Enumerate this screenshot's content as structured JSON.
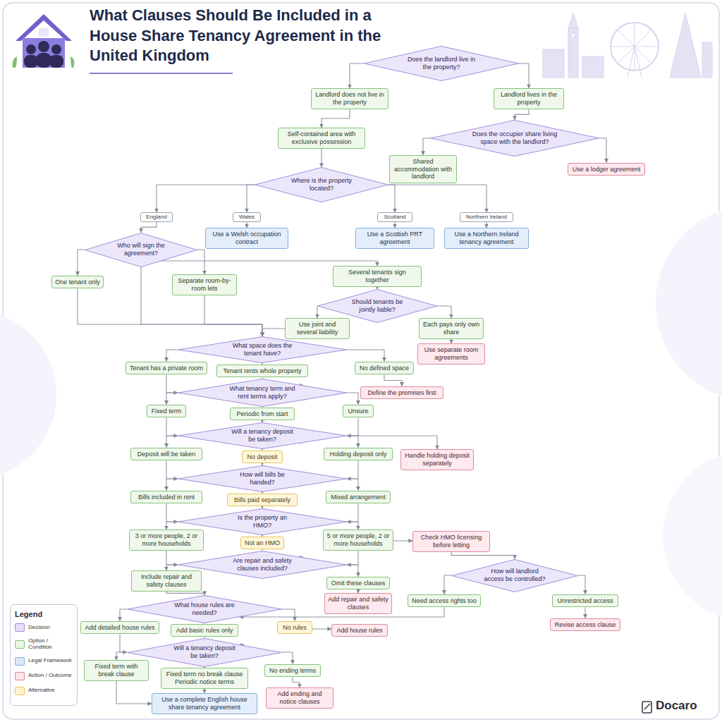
{
  "diagram": {
    "title": "What Clauses Should Be Included in a House Share Tenancy Agreement in the United Kingdom",
    "nodes": [
      {
        "text": [
          "Does the landlord live in the property?"
        ]
      },
      {
        "text": [
          "Landlord does not live in the property"
        ]
      },
      {
        "text": [
          "Landlord lives in the property"
        ]
      },
      {
        "text": [
          "Self-contained area with exclusive possession"
        ]
      },
      {
        "text": [
          "Does the occupier share living space with the landlord?"
        ]
      },
      {
        "text": [
          "Shared accommodation with landlord"
        ]
      },
      {
        "text": [
          "Use a lodger agreement"
        ]
      },
      {
        "text": [
          "Where is the property located?"
        ]
      },
      {
        "text": [
          "England"
        ]
      },
      {
        "text": [
          "Wales"
        ]
      },
      {
        "text": [
          "Scotland"
        ]
      },
      {
        "text": [
          "Northern Ireland"
        ]
      },
      {
        "text": [
          "Use a Welsh occupation contract"
        ]
      },
      {
        "text": [
          "Use a Scottish PRT agreement"
        ]
      },
      {
        "text": [
          "Use a Northern Ireland tenancy agreement"
        ]
      },
      {
        "text": [
          "Who will sign the agreement?"
        ]
      },
      {
        "text": [
          "One tenant only"
        ]
      },
      {
        "text": [
          "Separate room-by-room lets"
        ]
      },
      {
        "text": [
          "Several tenants sign together"
        ]
      },
      {
        "text": [
          "Should tenants be jointly liable?"
        ]
      },
      {
        "text": [
          "Use joint and several liability"
        ]
      },
      {
        "text": [
          "Each pays only own share"
        ]
      },
      {
        "text": [
          "Use separate room agreements"
        ]
      },
      {
        "text": [
          "What space does the tenant have?"
        ]
      },
      {
        "text": [
          "Tenant has a private room"
        ]
      },
      {
        "text": [
          "Tenant rents whole property"
        ]
      },
      {
        "text": [
          "No defined space"
        ]
      },
      {
        "text": [
          "What tenancy term and rent terms apply?"
        ]
      },
      {
        "text": [
          "Define the premises first"
        ]
      },
      {
        "text": [
          "Fixed term"
        ]
      },
      {
        "text": [
          "Periodic from start"
        ]
      },
      {
        "text": [
          "Unsure"
        ]
      },
      {
        "text": [
          "Will a tenancy deposit be taken?"
        ]
      },
      {
        "text": [
          "Deposit will be taken"
        ]
      },
      {
        "text": [
          "No deposit"
        ]
      },
      {
        "text": [
          "Holding deposit only"
        ]
      },
      {
        "text": [
          "Handle holding deposit separately"
        ]
      },
      {
        "text": [
          "How will bills be handed?"
        ]
      },
      {
        "text": [
          "Bills included in rent"
        ]
      },
      {
        "text": [
          "Bills paid separately"
        ]
      },
      {
        "text": [
          "Mixed arrangement"
        ]
      },
      {
        "text": [
          "Is the property an HMO?"
        ]
      },
      {
        "text": [
          "3 or more people, 2 or more households"
        ]
      },
      {
        "text": [
          "Not an HMO"
        ]
      },
      {
        "text": [
          "5 or more people, 2 or more households"
        ]
      },
      {
        "text": [
          "Check HMO licensing before letting"
        ]
      },
      {
        "text": [
          "Are repair and safety clauses included?"
        ]
      },
      {
        "text": [
          "Include repair and safety clauses"
        ]
      },
      {
        "text": [
          "Omit these clauses"
        ]
      },
      {
        "text": [
          "How will landlord access be controlled?"
        ]
      },
      {
        "text": [
          "Add repair and safety clauses"
        ]
      },
      {
        "text": [
          "What house rules are needed?"
        ]
      },
      {
        "text": [
          "Need access rights too"
        ]
      },
      {
        "text": [
          "Unrestricted access"
        ]
      },
      {
        "text": [
          "Revise access clause"
        ]
      },
      {
        "text": [
          "Add detailed house rules"
        ]
      },
      {
        "text": [
          "Add basic rules only"
        ]
      },
      {
        "text": [
          "No rules"
        ]
      },
      {
        "text": [
          "Add house rules"
        ]
      },
      {
        "text": [
          "Will a tenancy deposit be taken?"
        ]
      },
      {
        "text": [
          "Fixed term with break clause"
        ]
      },
      {
        "text": [
          "Fixed term no break clause Periodic notice terms"
        ]
      },
      {
        "text": [
          "No ending terms"
        ]
      },
      {
        "text": [
          "Use a complete English house share tenancy agreement"
        ]
      },
      {
        "text": [
          "Add ending and notice clauses"
        ]
      }
    ],
    "edges": [
      {
        "from": 0,
        "to": 1,
        "arrow": "to"
      },
      {
        "from": 0,
        "to": 2,
        "arrow": "to"
      },
      {
        "from": 1,
        "to": 3,
        "arrow": "to"
      },
      {
        "from": 2,
        "to": 4,
        "arrow": "to"
      },
      {
        "from": 4,
        "to": 5,
        "arrow": "to"
      },
      {
        "from": 4,
        "to": 6,
        "arrow": "to"
      },
      {
        "from": 3,
        "to": 7,
        "arrow": "to"
      },
      {
        "from": 7,
        "to": 8,
        "arrow": "to"
      },
      {
        "from": 7,
        "to": 9,
        "arrow": "to"
      },
      {
        "from": 7,
        "to": 10,
        "arrow": "to"
      },
      {
        "from": 7,
        "to": 11,
        "arrow": "to"
      },
      {
        "from": 8,
        "to": 15,
        "arrow": "to"
      },
      {
        "from": 9,
        "to": 12,
        "arrow": "to"
      },
      {
        "from": 10,
        "to": 13,
        "arrow": "to"
      },
      {
        "from": 11,
        "to": 14,
        "arrow": "to"
      },
      {
        "from": 15,
        "to": 16,
        "arrow": "to"
      },
      {
        "from": 15,
        "to": 17,
        "arrow": "to"
      },
      {
        "from": 15,
        "to": 18,
        "arrow": "to"
      },
      {
        "from": 15,
        "to": 23,
        "arrow": "to"
      },
      {
        "from": 16,
        "to": 23,
        "arrow": "to"
      },
      {
        "from": 17,
        "to": 23,
        "arrow": "to"
      },
      {
        "from": 18,
        "to": 19,
        "arrow": "to"
      },
      {
        "from": 19,
        "to": 20,
        "arrow": "to"
      },
      {
        "from": 19,
        "to": 21,
        "arrow": "to"
      },
      {
        "from": 20,
        "to": 23,
        "arrow": "to"
      },
      {
        "from": 21,
        "to": 22,
        "arrow": "to"
      },
      {
        "from": 23,
        "to": 24,
        "arrow": "to"
      },
      {
        "from": 23,
        "to": 25,
        "arrow": "to"
      },
      {
        "from": 23,
        "to": 26,
        "arrow": "to"
      },
      {
        "from": 26,
        "to": 28,
        "arrow": "to"
      },
      {
        "from": 24,
        "to": 27,
        "arrow": "to"
      },
      {
        "from": 25,
        "to": 27,
        "arrow": "to"
      },
      {
        "from": 27,
        "to": 29,
        "arrow": "to"
      },
      {
        "from": 27,
        "to": 30,
        "arrow": "to"
      },
      {
        "from": 27,
        "to": 31,
        "arrow": "to"
      },
      {
        "from": 29,
        "to": 32,
        "arrow": "to"
      },
      {
        "from": 30,
        "to": 32,
        "arrow": "to"
      },
      {
        "from": 31,
        "to": 32,
        "arrow": "to"
      },
      {
        "from": 32,
        "to": 33,
        "arrow": "to"
      },
      {
        "from": 32,
        "to": 34,
        "arrow": "to"
      },
      {
        "from": 32,
        "to": 35,
        "arrow": "to"
      },
      {
        "from": 32,
        "to": 36,
        "arrow": "to"
      },
      {
        "from": 33,
        "to": 37,
        "arrow": "to"
      },
      {
        "from": 34,
        "to": 37,
        "arrow": "to"
      },
      {
        "from": 35,
        "to": 37,
        "arrow": "to"
      },
      {
        "from": 37,
        "to": 38,
        "arrow": "to"
      },
      {
        "from": 37,
        "to": 39,
        "arrow": "to"
      },
      {
        "from": 37,
        "to": 40,
        "arrow": "to"
      },
      {
        "from": 38,
        "to": 41,
        "arrow": "to"
      },
      {
        "from": 39,
        "to": 41,
        "arrow": "to"
      },
      {
        "from": 40,
        "to": 41,
        "arrow": "to"
      },
      {
        "from": 41,
        "to": 42,
        "arrow": "to"
      },
      {
        "from": 41,
        "to": 43,
        "arrow": "to"
      },
      {
        "from": 41,
        "to": 44,
        "arrow": "to"
      },
      {
        "from": 44,
        "to": 45,
        "arrow": "to"
      },
      {
        "from": 45,
        "to": 49,
        "arrow": "to"
      },
      {
        "from": 42,
        "to": 46,
        "arrow": "to"
      },
      {
        "from": 43,
        "to": 46,
        "arrow": "to"
      },
      {
        "from": 44,
        "to": 46,
        "arrow": "to"
      },
      {
        "from": 46,
        "to": 47,
        "arrow": "to"
      },
      {
        "from": 46,
        "to": 48,
        "arrow": "to"
      },
      {
        "from": 48,
        "to": 50,
        "arrow": "to"
      },
      {
        "from": 47,
        "to": 51,
        "arrow": "to"
      },
      {
        "from": 49,
        "to": 52,
        "arrow": "to"
      },
      {
        "from": 49,
        "to": 53,
        "arrow": "to"
      },
      {
        "from": 53,
        "to": 54,
        "arrow": "to"
      },
      {
        "from": 52,
        "to": 51,
        "arrow": "to"
      },
      {
        "from": 51,
        "to": 55,
        "arrow": "to"
      },
      {
        "from": 51,
        "to": 56,
        "arrow": "to"
      },
      {
        "from": 51,
        "to": 57,
        "arrow": "to"
      },
      {
        "from": 57,
        "to": 58,
        "arrow": "to"
      },
      {
        "from": 55,
        "to": 59,
        "arrow": "to"
      },
      {
        "from": 56,
        "to": 59,
        "arrow": "to"
      },
      {
        "from": 59,
        "to": 60,
        "arrow": "to"
      },
      {
        "from": 59,
        "to": 61,
        "arrow": "to"
      },
      {
        "from": 59,
        "to": 62,
        "arrow": "to"
      },
      {
        "from": 60,
        "to": 63,
        "arrow": "to"
      },
      {
        "from": 61,
        "to": 63,
        "arrow": "to"
      },
      {
        "from": 62,
        "to": 64,
        "arrow": "to"
      }
    ],
    "labels": [
      "Legend",
      "Docaro"
    ],
    "legend": [
      {
        "text": "Decision",
        "color": "#e6dff8"
      },
      {
        "text": "Option / Condition",
        "color": "#e8f5e2"
      },
      {
        "text": "Legal Framework",
        "color": "#dde9f9"
      },
      {
        "text": "Action / Outcome",
        "color": "#fce4e8"
      },
      {
        "text": "Alternative",
        "color": "#fff3cf"
      }
    ]
  }
}
